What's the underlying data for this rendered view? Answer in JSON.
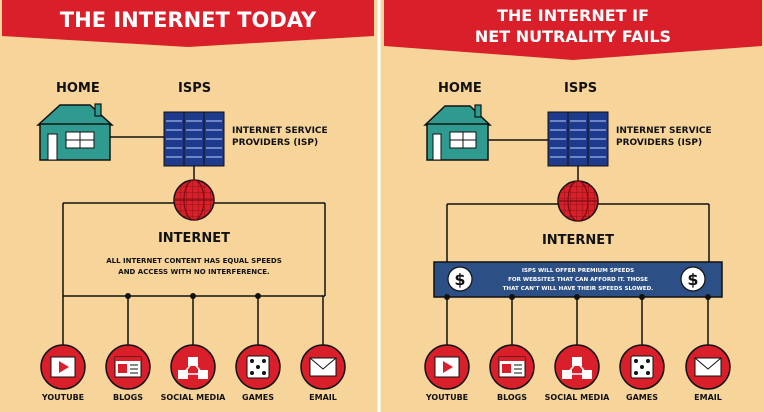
{
  "colors": {
    "background": "#f7d59a",
    "banner": "#d81f2a",
    "house": "#2f9a8f",
    "server": "#1e3a8c",
    "globe": "#d81f2a",
    "bar": "#2c4f86",
    "icon": "#d81f2a"
  },
  "left": {
    "title": "THE INTERNET TODAY",
    "home_label": "HOME",
    "isps_label": "ISPS",
    "isp_desc_line1": "INTERNET SERVICE",
    "isp_desc_line2": "PROVIDERS (ISP)",
    "internet_label": "INTERNET",
    "note_line1": "ALL INTERNET CONTENT HAS EQUAL SPEEDS",
    "note_line2": "AND ACCESS WITH NO INTERFERENCE."
  },
  "right": {
    "title_line1": "THE INTERNET IF",
    "title_line2": "NET NUTRALITY FAILS",
    "home_label": "HOME",
    "isps_label": "ISPS",
    "isp_desc_line1": "INTERNET SERVICE",
    "isp_desc_line2": "PROVIDERS (ISP)",
    "internet_label": "INTERNET",
    "bar_line1": "ISPS WILL OFFER PREMIUM SPEEDS",
    "bar_line2": "FOR WEBSITES THAT CAN AFFORD IT. THOSE",
    "bar_line3": "THAT CAN'T WILL HAVE THEIR SPEEDS SLOWED.",
    "dollar_symbol": "$"
  },
  "services": [
    {
      "label": "YOUTUBE",
      "icon": "play-icon"
    },
    {
      "label": "BLOGS",
      "icon": "blog-icon"
    },
    {
      "label": "SOCIAL MEDIA",
      "icon": "network-icon"
    },
    {
      "label": "GAMES",
      "icon": "dice-icon"
    },
    {
      "label": "EMAIL",
      "icon": "envelope-icon"
    }
  ]
}
